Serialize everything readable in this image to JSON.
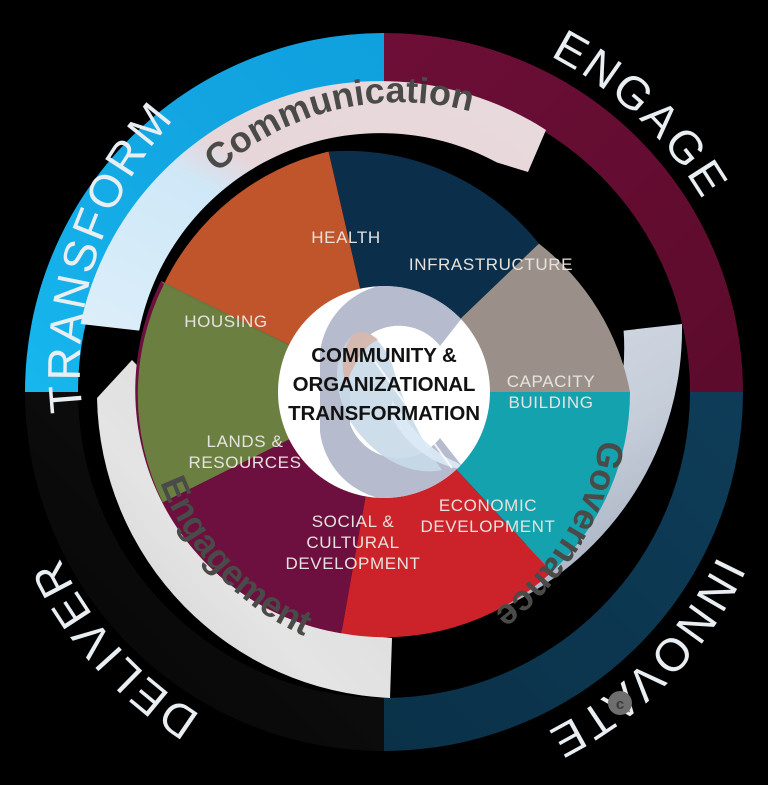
{
  "diagram": {
    "title": "Community & Organizational Transformation Wheel",
    "center": {
      "line1": "COMMUNITY &",
      "line2": "ORGANIZATIONAL",
      "line3": "TRANSFORMATION",
      "logo_icon": "c-feather-logo-icon"
    },
    "outer_ring": [
      {
        "id": "transform",
        "label": "TRANSFORM",
        "color": "#16A8E0",
        "quadrant": "top-left"
      },
      {
        "id": "engage",
        "label": "ENGAGE",
        "color": "#6B0E36",
        "quadrant": "top-right"
      },
      {
        "id": "innovate",
        "label": "INNOVATE",
        "color": "#0D3854",
        "quadrant": "bottom-right"
      },
      {
        "id": "deliver",
        "label": "DELIVER",
        "color": "#0B0B0B",
        "quadrant": "bottom-left"
      }
    ],
    "ribbons": [
      {
        "id": "communication",
        "label": "Communication",
        "color_start": "#CFE9F7",
        "color_end": "#E5D3D8",
        "arrow": "clockwise"
      },
      {
        "id": "governance",
        "label": "Governance",
        "color_start": "#CBD3DC",
        "color_end": "#AEB6C4",
        "arrow": "clockwise"
      },
      {
        "id": "engagement",
        "label": "Engagement",
        "color_start": "#E3E3E3",
        "color_end": "#D2D2D2",
        "arrow": "clockwise"
      }
    ],
    "segments": [
      {
        "id": "health",
        "label_lines": [
          "HEALTH"
        ],
        "color": "#0B2E4A"
      },
      {
        "id": "infrastructure",
        "label_lines": [
          "INFRASTRUCTURE"
        ],
        "color": "#9A9089"
      },
      {
        "id": "capacity",
        "label_lines": [
          "CAPACITY",
          "BUILDING"
        ],
        "color": "#13A2AE"
      },
      {
        "id": "economic",
        "label_lines": [
          "ECONOMIC",
          "DEVELOPMENT"
        ],
        "color": "#CC2229"
      },
      {
        "id": "social",
        "label_lines": [
          "SOCIAL &",
          "CULTURAL",
          "DEVELOPMENT"
        ],
        "color": "#6D0F3F"
      },
      {
        "id": "lands",
        "label_lines": [
          "LANDS &",
          "RESOURCES"
        ],
        "color": "#6B8040"
      },
      {
        "id": "housing",
        "label_lines": [
          "HOUSING"
        ],
        "color": "#C0542A"
      }
    ],
    "watermark": {
      "id": "watermark-badge",
      "glyph": "c"
    }
  }
}
